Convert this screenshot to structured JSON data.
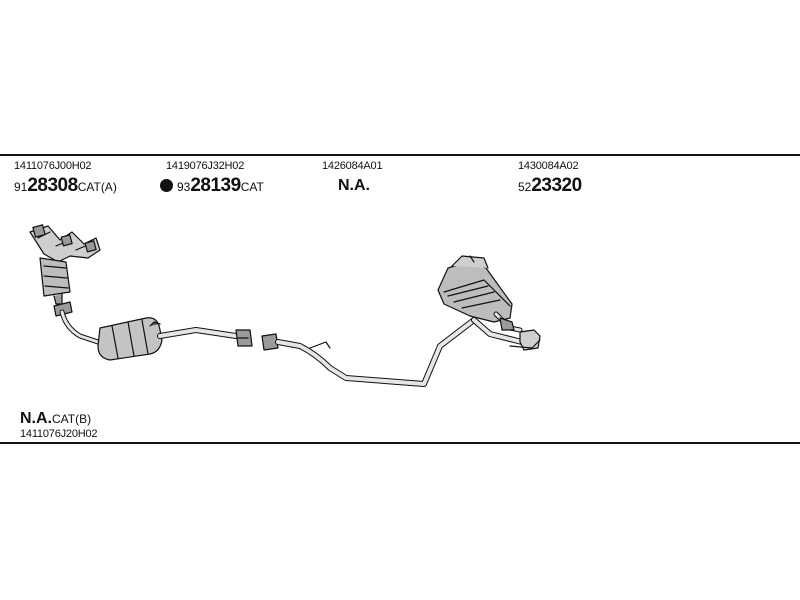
{
  "parts": [
    {
      "part_number": "1411076J00H02",
      "ref_prefix": "91",
      "ref_main": "28308",
      "ref_suffix": "CAT(A)",
      "bullet": false
    },
    {
      "part_number": "1419076J32H02",
      "ref_prefix": "93",
      "ref_main": "28139",
      "ref_suffix": "CAT",
      "bullet": true
    },
    {
      "part_number": "1426084A01",
      "ref_prefix": "",
      "ref_main": "N.A.",
      "ref_suffix": "",
      "bullet": false
    },
    {
      "part_number": "1430084A02",
      "ref_prefix": "52",
      "ref_main": "23320",
      "ref_suffix": "",
      "bullet": false
    }
  ],
  "bottom_part": {
    "ref_main": "N.A.",
    "ref_suffix": "CAT(B)",
    "part_number": "1411076J20H02"
  },
  "colors": {
    "line": "#111111",
    "fill_light": "#cfcfcf",
    "fill_mid": "#9a9a9a",
    "fill_dark": "#555555"
  }
}
